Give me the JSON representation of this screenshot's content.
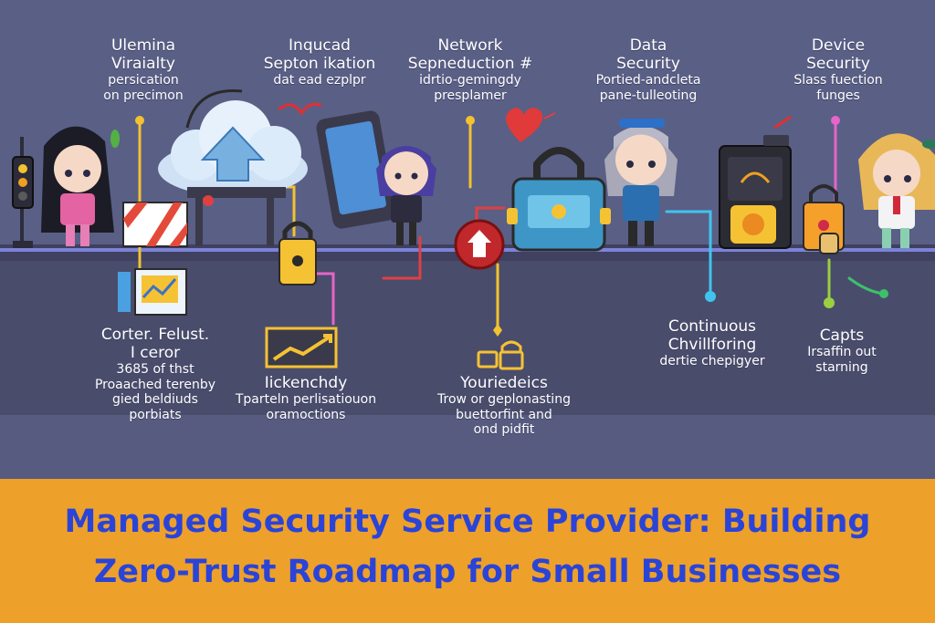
{
  "labels": {
    "top_1": [
      "Ulemina",
      "Viraialty",
      "persication",
      "on precimon"
    ],
    "top_2": [
      "Inqucad",
      "Septon ikation",
      "dat ead ezplpr"
    ],
    "top_3": [
      "Network",
      "Sepneduction #",
      "idrtio-gemingdy",
      "presplamer"
    ],
    "top_4": [
      "Data",
      "Security",
      "Portied-andcleta",
      "pane-tulleoting"
    ],
    "top_5": [
      "Device",
      "Security",
      "Slass fuection",
      "funges"
    ],
    "bottom_1": [
      "Corter. Felust.",
      "I ceror",
      "3685 of thst",
      "Proaached terenby",
      "gied beldiuds",
      "porbiats"
    ],
    "bottom_2": [
      "Iickenchdy",
      "Tparteln perlisatiouon",
      "oramoctions"
    ],
    "bottom_3": [
      "Youriedeics",
      "Trow or geplonasting",
      "buettorfint and",
      "ond pidfit"
    ],
    "bottom_4": [
      "Continuous",
      "Chvillforing",
      "dertie chepigyer"
    ],
    "bottom_5": [
      "Capts",
      "Irsaffin out",
      "starning"
    ]
  },
  "icons": [
    "traffic-light-icon",
    "cloud-upload-icon",
    "padlock-icon",
    "smartphone-icon",
    "heart-icon",
    "shield-lock-icon",
    "server-icon",
    "dollar-badge-icon",
    "growth-chart-icon",
    "document-icon"
  ],
  "colors": {
    "background": "#5a5f86",
    "road": "#4a4c6c",
    "banner": "#eda02a",
    "title": "#2a44d8"
  },
  "banner": {
    "line1": "Managed Security Service Provider: Building",
    "line2": "Zero-Trust Roadmap for Small Businesses"
  }
}
